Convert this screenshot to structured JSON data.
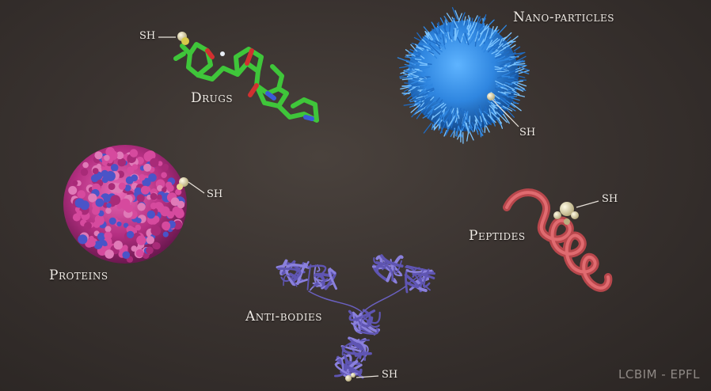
{
  "labels": {
    "drugs": "Drugs",
    "nanoparticles": "Nano-particles",
    "proteins": "Proteins",
    "peptides": "Peptides",
    "antibodies": "Anti-bodies"
  },
  "sh_label": "SH",
  "credit": "LCBIM - EPFL",
  "colors": {
    "background": "#3a3330",
    "drug": "#3fc63a",
    "nanoparticle": "#2f86e0",
    "protein": "#c0368a",
    "protein_accent": "#4a54c8",
    "peptide": "#d9575c",
    "antibody": "#7b70cc",
    "thiol": "#efe6b8",
    "text": "#f1ece6"
  }
}
